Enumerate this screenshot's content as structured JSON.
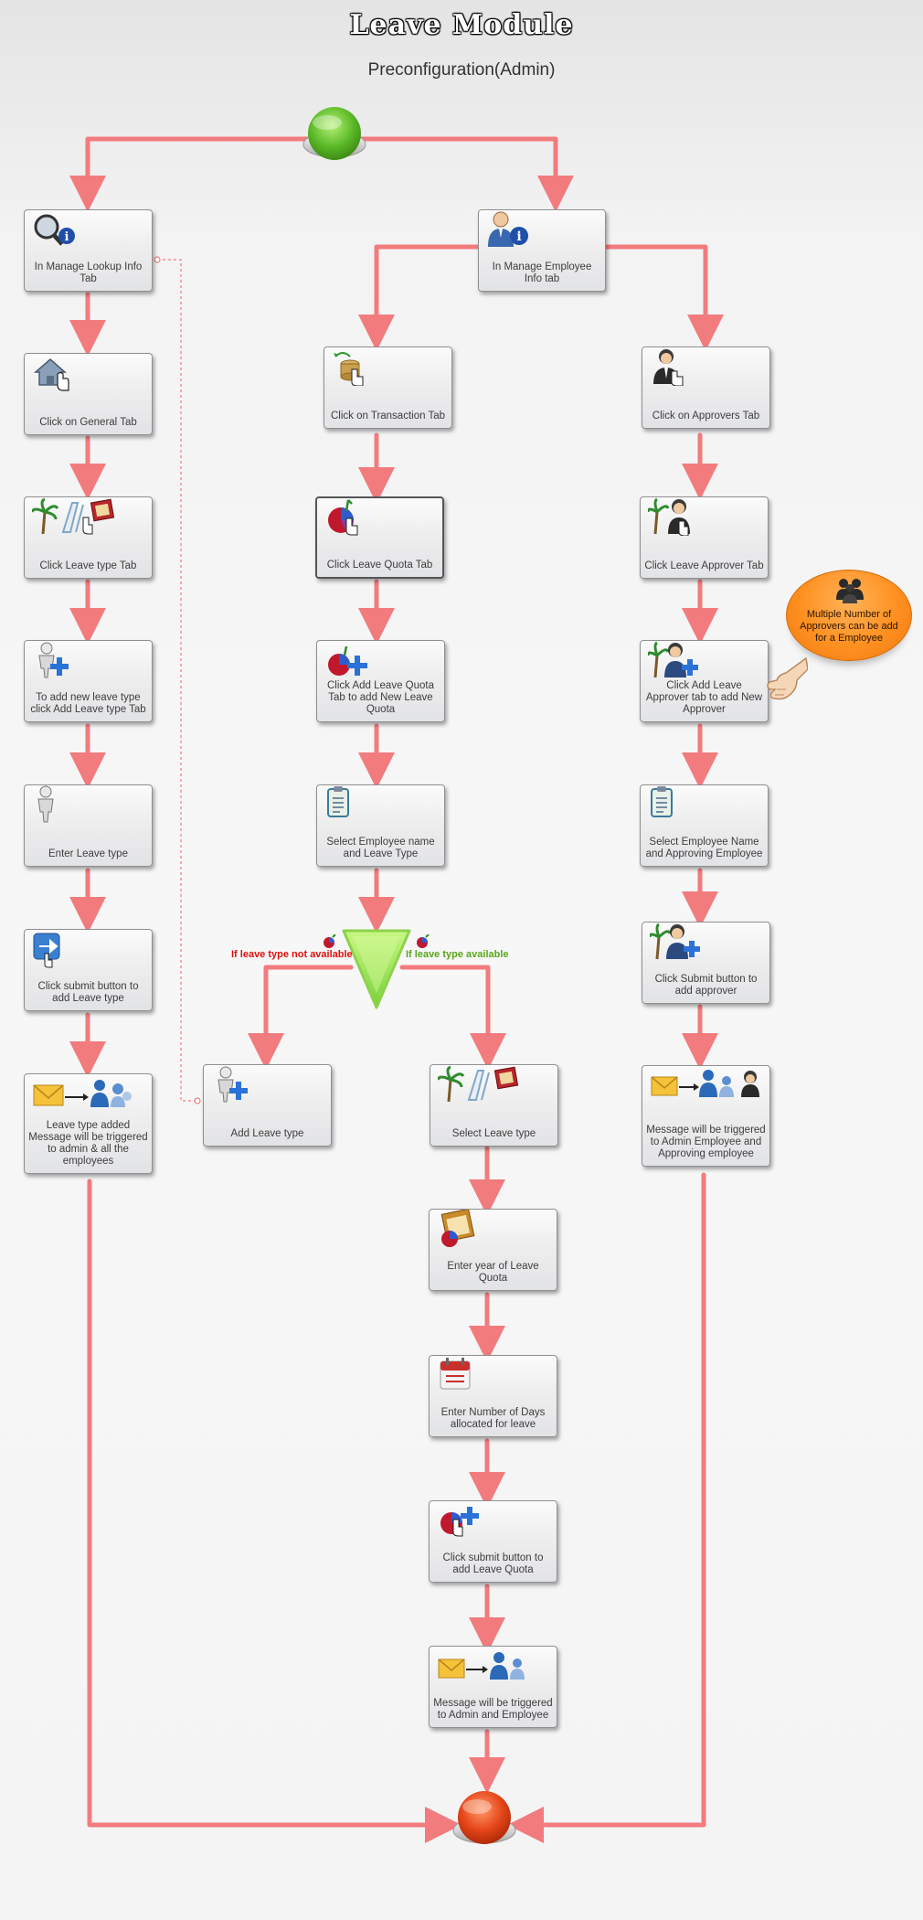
{
  "title": "Leave Module",
  "subtitle": "Preconfiguration(Admin)",
  "colors": {
    "arrow": "#f27b7e",
    "start": "#68c332",
    "end": "#e24a17",
    "decision": "#9be84a",
    "callout": "#ff9020"
  },
  "nodes": {
    "lookup_info": {
      "label": "In Manage Lookup Info Tab",
      "icon": "magnifier-info-icon"
    },
    "general_tab": {
      "label": "Click on General Tab",
      "icon": "house-hand-icon"
    },
    "leave_type_tab": {
      "label": "Click Leave type Tab",
      "icon": "holiday-icons"
    },
    "add_leave_type_tab": {
      "label": "To add new leave type click Add Leave type Tab",
      "icon": "person-plus-icon"
    },
    "enter_leave_type": {
      "label": "Enter Leave type",
      "icon": "person-icon"
    },
    "submit_leave_type": {
      "label": "Click submit button to add Leave type",
      "icon": "submit-arrow-icon"
    },
    "leave_type_added": {
      "label": "Leave type added Message will be triggered to admin & all the employees",
      "icon": "mail-to-users-icon"
    },
    "employee_info": {
      "label": "In Manage Employee Info tab",
      "icon": "user-info-icon"
    },
    "transaction_tab": {
      "label": "Click on Transaction Tab",
      "icon": "coins-hand-icon"
    },
    "leave_quota_tab": {
      "label": "Click Leave Quota Tab",
      "icon": "pie-hand-icon"
    },
    "add_leave_quota_tab": {
      "label": "Click Add Leave Quota Tab to add New Leave Quota",
      "icon": "pie-plus-icon"
    },
    "select_employee_leave": {
      "label": "Select Employee name and Leave Type",
      "icon": "clipboard-icon"
    },
    "add_leave_type": {
      "label": "Add Leave type",
      "icon": "person-plus-icon"
    },
    "select_leave_type": {
      "label": "Select Leave type",
      "icon": "holiday-icons"
    },
    "enter_year": {
      "label": "Enter year of Leave Quota",
      "icon": "calendar-chart-icon"
    },
    "enter_days": {
      "label": "Enter Number of Days allocated for leave",
      "icon": "calendar-icon"
    },
    "submit_quota": {
      "label": "Click submit button to add Leave Quota",
      "icon": "quota-plus-icon"
    },
    "message_admin_employee": {
      "label": "Message will be triggered to Admin and Employee",
      "icon": "mail-to-users-icon"
    },
    "approvers_tab": {
      "label": "Click on Approvers Tab",
      "icon": "businessman-hand-icon"
    },
    "leave_approver_tab": {
      "label": "Click Leave Approver Tab",
      "icon": "approver-hand-icon"
    },
    "add_leave_approver_tab": {
      "label": "Click Add Leave Approver tab to add New Approver",
      "icon": "approver-plus-icon"
    },
    "select_employee_approver": {
      "label": "Select Employee Name and Approving Employee",
      "icon": "clipboard-icon"
    },
    "submit_approver": {
      "label": "Click Submit button to add approver",
      "icon": "approver-plus-icon"
    },
    "message_approver": {
      "label": "Message will be triggered to Admin Employee and Approving employee",
      "icon": "mail-to-users-icon"
    }
  },
  "decision": {
    "no_label": "If leave type not available",
    "yes_label": "If leave type available",
    "no_color": "#e01010",
    "yes_color": "#5aa61a"
  },
  "callout": {
    "text": "Multiple Number of Approvers can be add for a Employee",
    "icon": "group-icon"
  }
}
